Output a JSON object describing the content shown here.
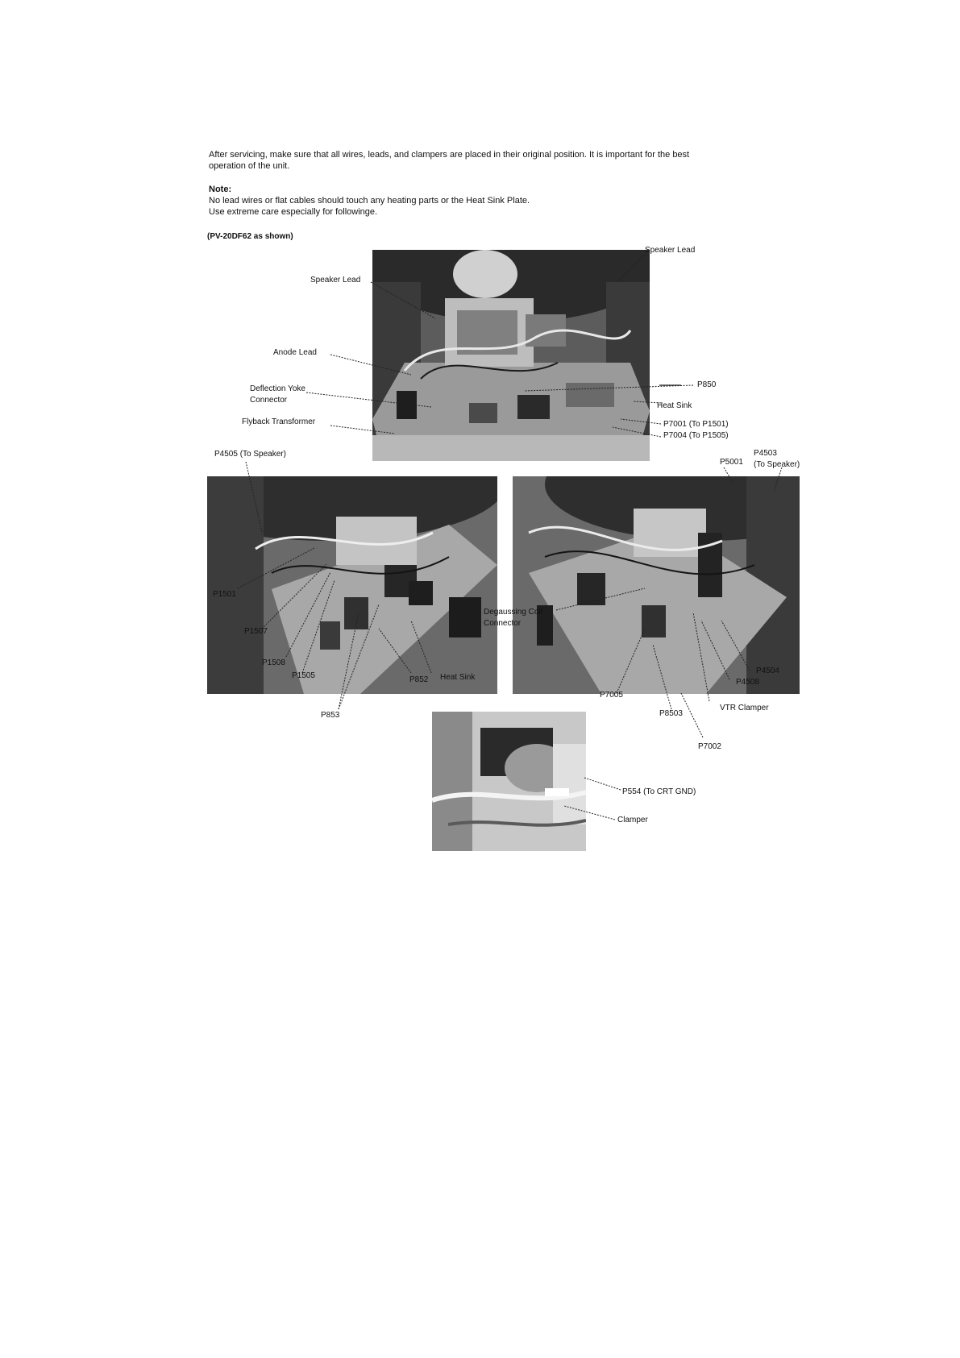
{
  "intro": {
    "line1": "After servicing, make sure that all wires, leads, and clampers are placed in their original position. It is important for the best",
    "line2": "operation of the unit."
  },
  "note": {
    "heading": "Note:",
    "line1": "No lead wires or flat cables should touch any heating parts or the Heat Sink Plate.",
    "line2": "Use extreme care especially for followinge."
  },
  "caption": "(PV-20DF62 as shown)",
  "labels": {
    "speaker_lead_left": "Speaker Lead",
    "speaker_lead_right": "Speaker Lead",
    "anode_lead": "Anode Lead",
    "deflection_yoke_1": "Deflection Yoke",
    "deflection_yoke_2": "Connector",
    "flyback": "Flyback Transformer",
    "p850": "P850",
    "heat_sink_top": "Heat Sink",
    "p7001": "P7001 (To P1501)",
    "p7004": "P7004 (To P1505)",
    "p4505": "P4505 (To Speaker)",
    "p5001": "P5001",
    "p4503_1": "P4503",
    "p4503_2": "(To Speaker)",
    "p1501": "P1501",
    "p1507": "P1507",
    "p1508": "P1508",
    "p1505": "P1505",
    "p852": "P852",
    "heat_sink_bottom": "Heat Sink",
    "p853": "P853",
    "degaussing_1": "Degaussing Coil",
    "degaussing_2": "Connector",
    "p4504": "P4504",
    "p4508": "P4508",
    "p7005": "P7005",
    "vtr_clamper": "VTR Clamper",
    "p8503": "P8503",
    "p7002": "P7002",
    "p554": "P554 (To CRT GND)",
    "clamper": "Clamper"
  }
}
